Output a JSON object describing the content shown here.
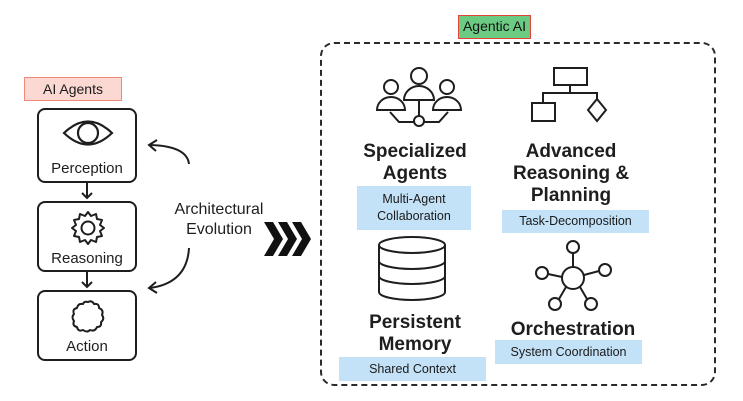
{
  "left_panel": {
    "tag": "AI Agents",
    "stages": [
      {
        "label": "Perception",
        "icon": "eye-icon"
      },
      {
        "label": "Reasoning",
        "icon": "gear-icon"
      },
      {
        "label": "Action",
        "icon": "cloud-icon"
      }
    ]
  },
  "transition": {
    "label_line1": "Architectural",
    "label_line2": "Evolution",
    "icon": "triple-chevron-right-icon"
  },
  "right_panel": {
    "tag": "Agentic AI",
    "features": [
      {
        "title_line1": "Specialized",
        "title_line2": "Agents",
        "caption_line1": "Multi-Agent",
        "caption_line2": "Collaboration",
        "icon": "people-network-icon"
      },
      {
        "title_line1": "Advanced",
        "title_line2": "Reasoning &",
        "title_line3": "Planning",
        "caption": "Task-Decomposition",
        "icon": "hierarchy-icon"
      },
      {
        "title_line1": "Persistent",
        "title_line2": "Memory",
        "caption": "Shared Context",
        "icon": "database-icon"
      },
      {
        "title_line1": "Orchestration",
        "caption": "System Coordination",
        "icon": "hub-network-icon"
      }
    ]
  },
  "colors": {
    "ai_agents_tag_bg": "#fbd9d2",
    "ai_agents_tag_border": "#ee8a7a",
    "agentic_tag_bg": "#6ccb82",
    "agentic_tag_border": "#e0453a",
    "caption_bg": "#c4e2f7",
    "stroke": "#1e1e1e"
  }
}
